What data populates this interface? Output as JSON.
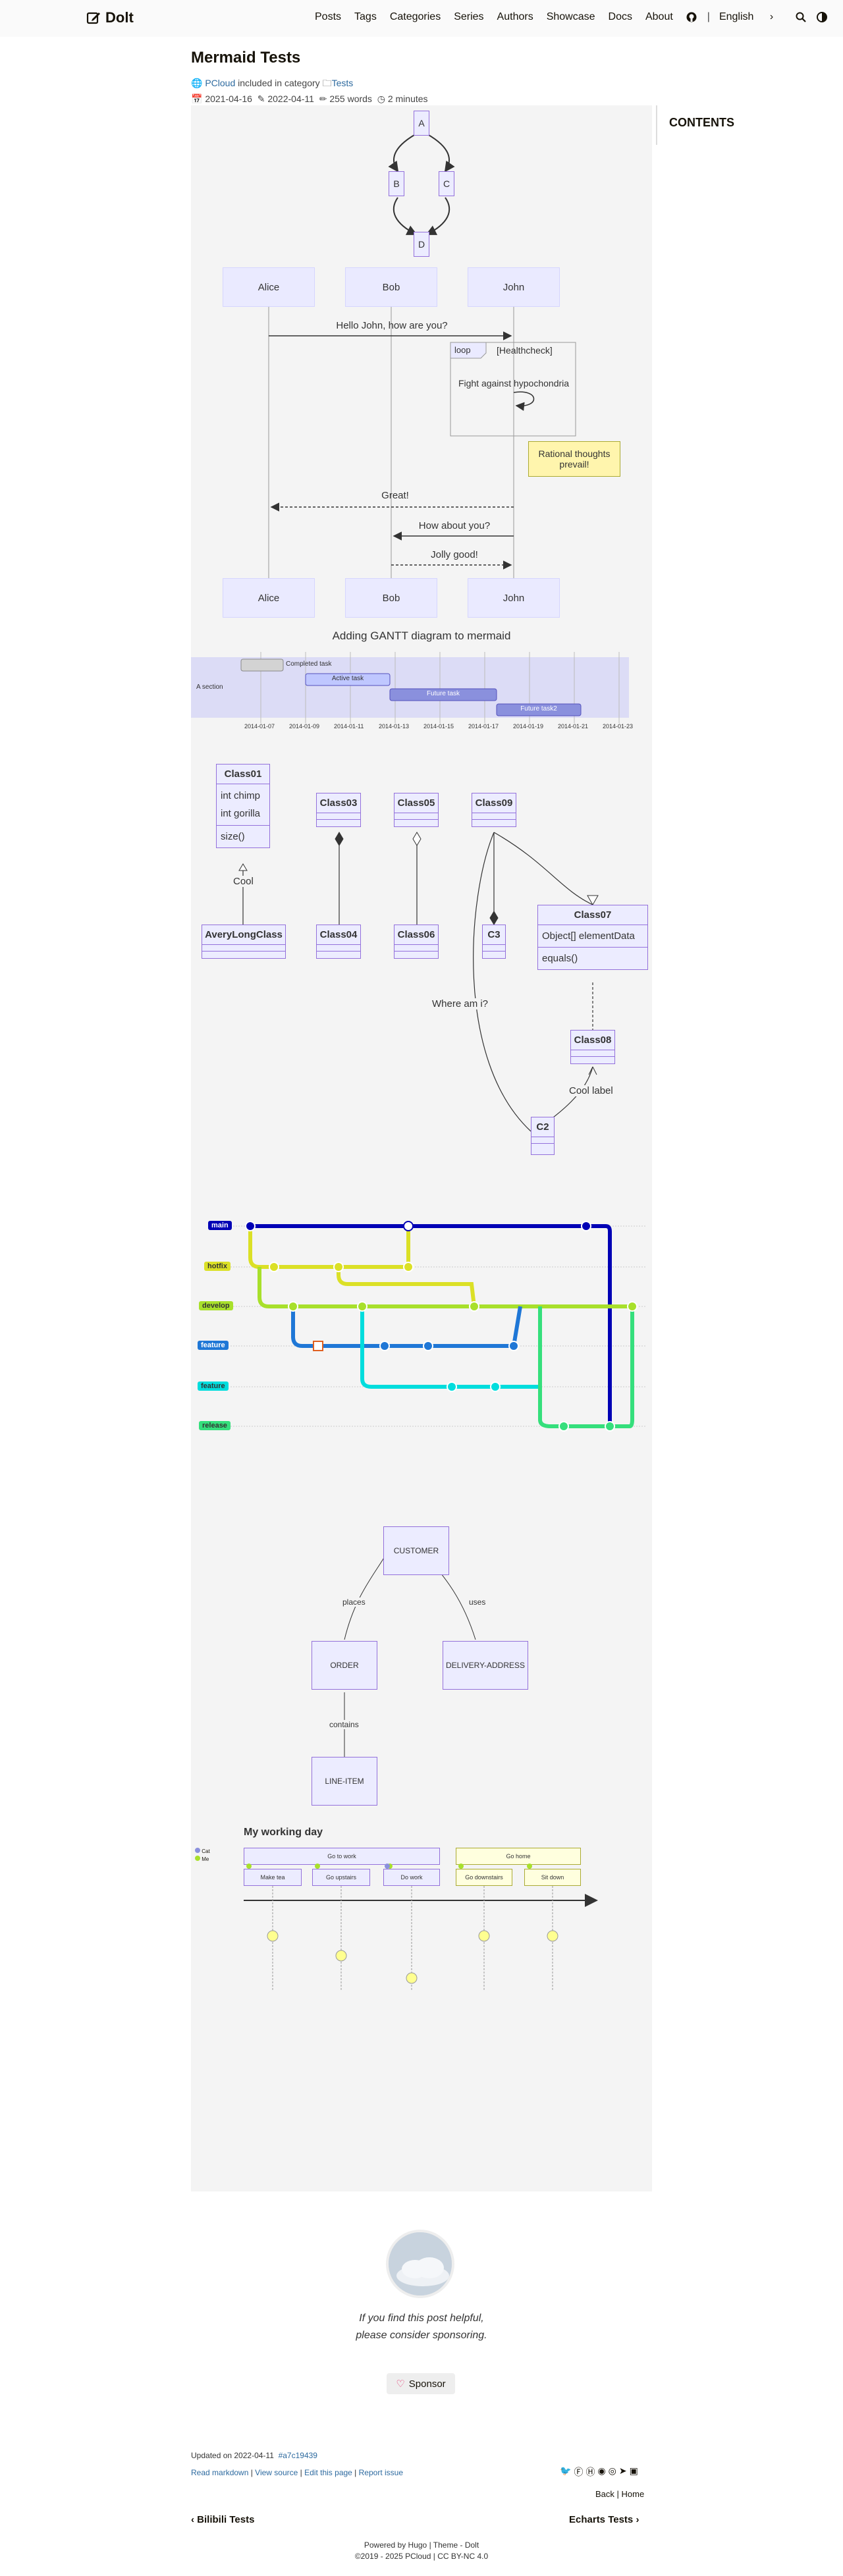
{
  "site": {
    "name": "Dolt"
  },
  "nav": {
    "items": [
      "Posts",
      "Tags",
      "Categories",
      "Series",
      "Authors",
      "Showcase",
      "Docs",
      "About"
    ],
    "language": "English"
  },
  "post": {
    "title": "Mermaid Tests",
    "author": "PCloud",
    "included_text": "included in category",
    "category": "Tests",
    "published": "2021-04-16",
    "updated": "2022-04-11",
    "words": "255 words",
    "reading_time": "2 minutes"
  },
  "toc": {
    "title": "CONTENTS"
  },
  "flowchart": {
    "nodes": [
      "A",
      "B",
      "C",
      "D"
    ]
  },
  "sequence": {
    "actors": [
      "Alice",
      "Bob",
      "John"
    ],
    "messages": [
      "Hello John, how are you?",
      "Great!",
      "How about you?",
      "Jolly good!"
    ],
    "loop_label": "loop",
    "loop_condition": "[Healthcheck]",
    "self_message": "Fight against hypochondria",
    "note": "Rational thoughts prevail!"
  },
  "gantt": {
    "title": "Adding GANTT diagram to mermaid",
    "section": "A section",
    "tasks": [
      "Completed task",
      "Active task",
      "Future task",
      "Future task2"
    ],
    "ticks": [
      "2014-01-07",
      "2014-01-09",
      "2014-01-11",
      "2014-01-13",
      "2014-01-15",
      "2014-01-17",
      "2014-01-19",
      "2014-01-21",
      "2014-01-23"
    ]
  },
  "classdiagram": {
    "class01": {
      "name": "Class01",
      "fields": [
        "int chimp",
        "int gorilla"
      ],
      "methods": [
        "size()"
      ]
    },
    "class07": {
      "name": "Class07",
      "fields": [
        "Object[] elementData"
      ],
      "methods": [
        "equals()"
      ]
    },
    "others": [
      "Class03",
      "Class05",
      "Class09",
      "AveryLongClass",
      "Class04",
      "Class06",
      "C3",
      "Class08",
      "C2"
    ],
    "labels": [
      "Cool",
      "Where am i?",
      "Cool label"
    ]
  },
  "gitgraph": {
    "branches": [
      "main",
      "hotfix",
      "develop",
      "feature",
      "feature",
      "release"
    ]
  },
  "er": {
    "entities": [
      "CUSTOMER",
      "ORDER",
      "DELIVERY-ADDRESS",
      "LINE-ITEM"
    ],
    "relations": [
      "places",
      "uses",
      "contains"
    ]
  },
  "journey": {
    "title": "My working day",
    "legend": [
      "Cat",
      "Me"
    ],
    "sections": [
      "Go to work",
      "Go home"
    ],
    "tasks": [
      "Make tea",
      "Go upstairs",
      "Do work",
      "Go downstairs",
      "Sit down"
    ]
  },
  "sponsor": {
    "text": "If you find this post helpful, please consider sponsoring.",
    "button": "Sponsor"
  },
  "footer": {
    "updated": "Updated on 2022-04-11",
    "commit": "a7c19439",
    "links": [
      "Read markdown",
      "View source",
      "Edit this page",
      "Report issue"
    ],
    "back": "Back",
    "home": "Home",
    "prev": "Bilibili Tests",
    "next": "Echarts Tests",
    "powered": "Powered by Hugo | Theme - Dolt",
    "copyright": "©2019 - 2025 PCloud | CC BY-NC 4.0"
  },
  "colors": {
    "accent": "#2d6a9f",
    "mermaid_fill": "#ececff",
    "mermaid_border": "#9370db",
    "note": "#fff5ad"
  }
}
